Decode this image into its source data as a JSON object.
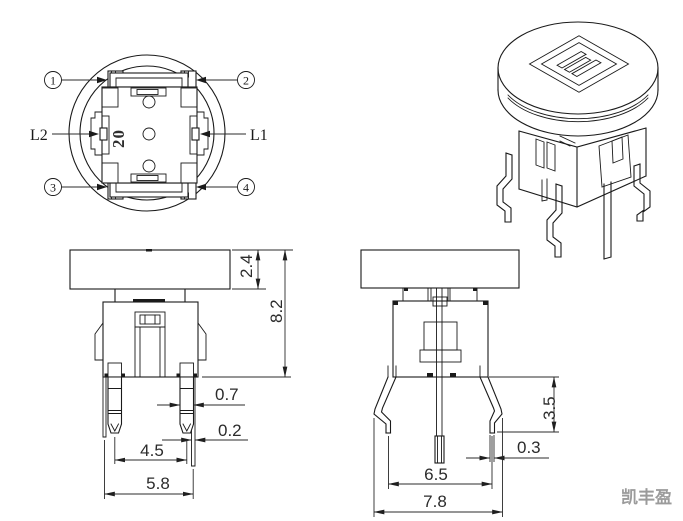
{
  "top_view": {
    "terminals": [
      "1",
      "2",
      "3",
      "4"
    ],
    "led_left": "L2",
    "led_right": "L1",
    "marking": "20"
  },
  "front_view": {
    "cap_height": "2.4",
    "total_height": "8.2",
    "pin_width": "0.7",
    "post_width": "0.2",
    "pin_pitch": "4.5",
    "post_span": "5.8"
  },
  "side_view": {
    "leg_height": "3.5",
    "foot_thickness": "0.3",
    "foot_span": "6.5",
    "leg_span": "7.8"
  },
  "watermark": "凯丰盈",
  "colors": {
    "line": "#1a1a1a",
    "dimension": "#2b2b2b",
    "watermark": "#9b9b9b"
  }
}
